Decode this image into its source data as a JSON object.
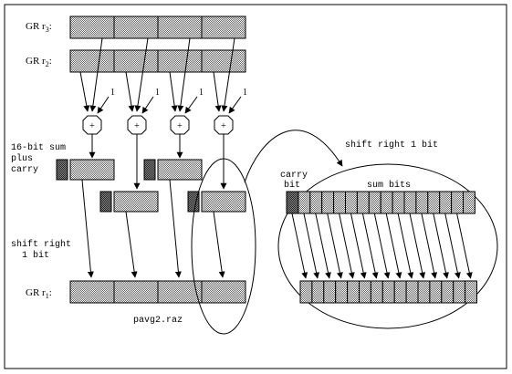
{
  "registers": {
    "r3": {
      "prefix": "GR r",
      "sub": "3",
      "suffix": ":"
    },
    "r2": {
      "prefix": "GR r",
      "sub": "2",
      "suffix": ":"
    },
    "r1": {
      "prefix": "GR r",
      "sub": "1",
      "suffix": ":"
    }
  },
  "carry_in_label": "1",
  "adder_symbol": "+",
  "sum_label": {
    "line1": "16-bit sum",
    "line2": "plus",
    "line3": "carry"
  },
  "shift_left_label": {
    "line1": "shift right",
    "line2": "1 bit"
  },
  "instruction_label": "pavg2.raz",
  "zoom": {
    "title": "shift right 1 bit",
    "carry_label": {
      "line1": "carry",
      "line2": "bit"
    },
    "sum_bits_label": "sum bits"
  },
  "colors": {
    "register_fill": "#c8c8c8",
    "outline": "#000000",
    "background": "#ffffff"
  }
}
